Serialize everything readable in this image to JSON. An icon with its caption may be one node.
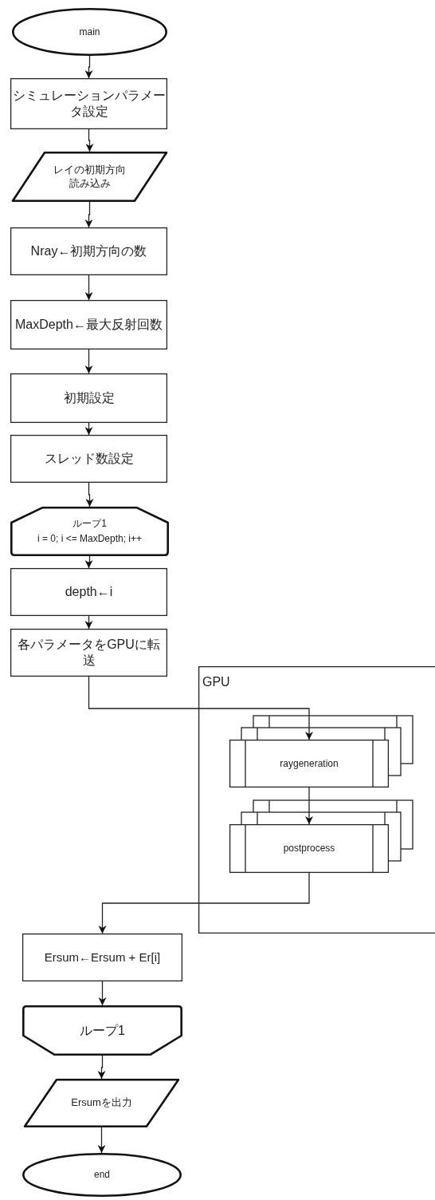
{
  "diagram": {
    "nodes": [
      {
        "text": [
          "main"
        ]
      },
      {
        "text": [
          "シミュレーションパラメータ設定"
        ]
      },
      {
        "text": [
          "レイの初期方向読み込み"
        ]
      },
      {
        "text": [
          "Nray←初期方向の数"
        ]
      },
      {
        "text": [
          "MaxDepth←最大反射回数"
        ]
      },
      {
        "text": [
          "初期設定"
        ]
      },
      {
        "text": [
          "スレッド数設定"
        ]
      },
      {
        "text": [
          "ループ1",
          "i = 0; i <= MaxDepth; i++"
        ]
      },
      {
        "text": [
          "depth←i"
        ]
      },
      {
        "text": [
          "各パラメータをGPUに転送"
        ]
      },
      {
        "text": [
          "GPU"
        ]
      },
      {
        "text": [
          "raygeneration"
        ],
        "in": 10
      },
      {
        "text": [
          "postprocess"
        ],
        "in": 10
      },
      {
        "text": [
          "Ersum←Ersum + Er[i]"
        ]
      },
      {
        "text": [
          "ループ1"
        ]
      },
      {
        "text": [
          "Ersumを出力"
        ]
      },
      {
        "text": [
          "end"
        ]
      }
    ],
    "edges": [
      {
        "from": 0,
        "to": 1,
        "arrow": "to"
      },
      {
        "from": 1,
        "to": 2,
        "arrow": "to"
      },
      {
        "from": 2,
        "to": 3,
        "arrow": "to"
      },
      {
        "from": 3,
        "to": 4,
        "arrow": "to"
      },
      {
        "from": 4,
        "to": 5,
        "arrow": "to"
      },
      {
        "from": 5,
        "to": 6,
        "arrow": "to"
      },
      {
        "from": 6,
        "to": 7,
        "arrow": "to"
      },
      {
        "from": 7,
        "to": 8,
        "arrow": "to"
      },
      {
        "from": 8,
        "to": 9,
        "arrow": "to"
      },
      {
        "from": 9,
        "to": 11,
        "arrow": "to"
      },
      {
        "from": 11,
        "to": 12,
        "arrow": "to"
      },
      {
        "from": 12,
        "to": 13,
        "arrow": "to"
      },
      {
        "from": 13,
        "to": 14,
        "arrow": "to"
      },
      {
        "from": 14,
        "to": 15,
        "arrow": "to"
      },
      {
        "from": 15,
        "to": 16,
        "arrow": "to"
      }
    ]
  }
}
